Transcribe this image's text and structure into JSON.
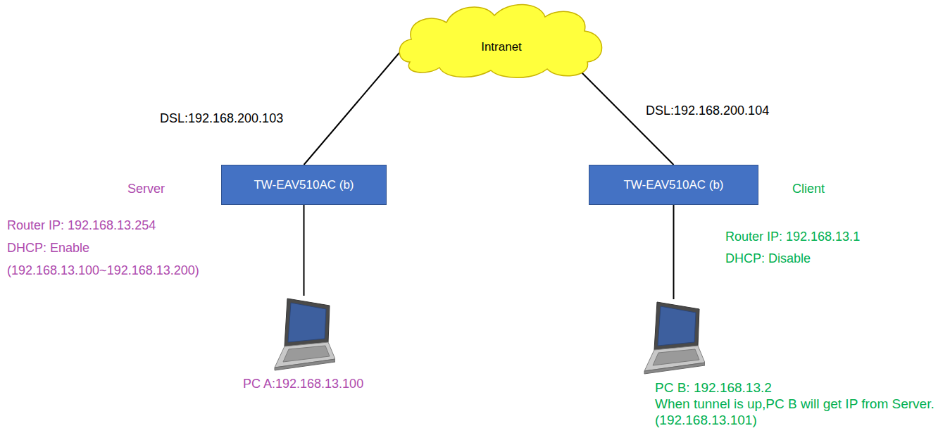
{
  "diagram": {
    "nodes": [
      {
        "text": [
          "Intranet"
        ]
      },
      {
        "text": [
          "TW-EAV510AC (b)"
        ]
      },
      {
        "text": [
          "TW-EAV510AC (b)"
        ]
      },
      {
        "text": [
          "PC A:192.168.13.100"
        ]
      },
      {
        "text": [
          "PC B: 192.168.13.2",
          "When tunnel is up,PC B will get IP from Server.",
          "(192.168.13.101)"
        ]
      }
    ],
    "edges": [
      {
        "from": 0,
        "to": 1,
        "arrow": "none",
        "label": "DSL:192.168.200.103"
      },
      {
        "from": 0,
        "to": 2,
        "arrow": "none",
        "label": "DSL:192.168.200.104"
      },
      {
        "from": 1,
        "to": 3,
        "arrow": "none"
      },
      {
        "from": 2,
        "to": 4,
        "arrow": "none"
      }
    ],
    "labels": [
      "Server",
      "Router IP: 192.168.13.254",
      "DHCP: Enable",
      "(192.168.13.100~192.168.13.200)",
      "Client",
      "Router IP: 192.168.13.1",
      "DHCP: Disable"
    ]
  }
}
